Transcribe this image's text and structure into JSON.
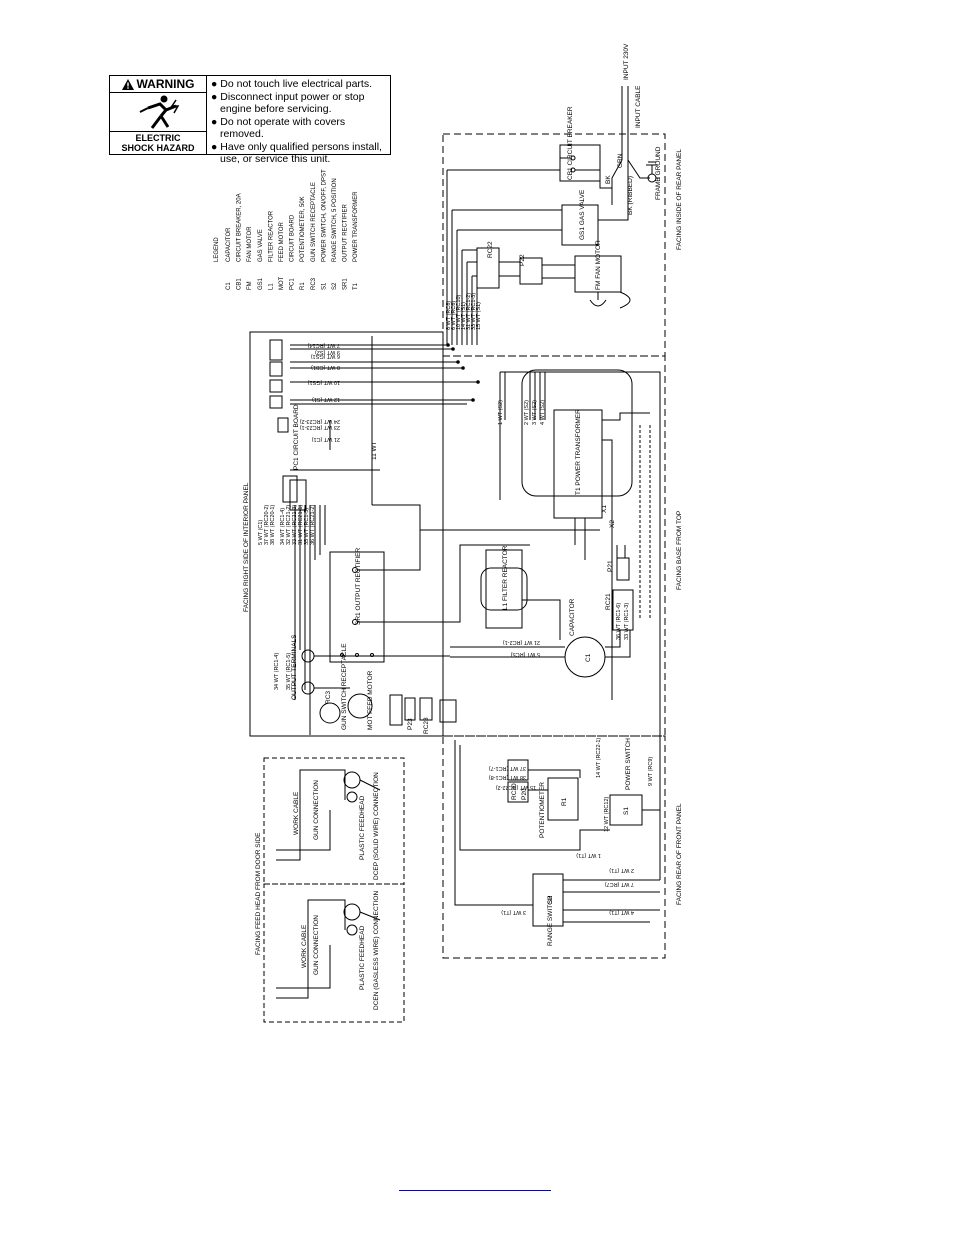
{
  "warning": {
    "title": "WARNING",
    "hazard_label_1": "ELECTRIC",
    "hazard_label_2": "SHOCK HAZARD",
    "items": [
      "Do not touch live electrical parts.",
      "Disconnect input power or stop engine before servicing.",
      "Do not operate with covers removed.",
      "Have only qualified persons install, use, or service this unit."
    ]
  },
  "legend": {
    "title": "LEGEND",
    "entries": [
      {
        "code": "C1",
        "desc": "CAPACITOR"
      },
      {
        "code": "CB1",
        "desc": "CIRCUIT BREAKER, 20A"
      },
      {
        "code": "FM",
        "desc": "FAN MOTOR"
      },
      {
        "code": "GS1",
        "desc": "GAS VALVE"
      },
      {
        "code": "L1",
        "desc": "FILTER REACTOR"
      },
      {
        "code": "MOT",
        "desc": "FEED MOTOR"
      },
      {
        "code": "PC1",
        "desc": "CIRCUIT BOARD"
      },
      {
        "code": "R1",
        "desc": "POTENTIOMETER, 50K"
      },
      {
        "code": "RC3",
        "desc": "GUN SWITCH RECEPTACLE"
      },
      {
        "code": "S1",
        "desc": "POWER SWITCH, ON/OFF, DPST"
      },
      {
        "code": "S2",
        "desc": "RANGE SWITCH, 5 POSITION"
      },
      {
        "code": "SR1",
        "desc": "OUTPUT RECTIFIER"
      },
      {
        "code": "T1",
        "desc": "POWER TRANSFORMER"
      }
    ]
  },
  "panel_labels": {
    "rear": "FACING INSIDE OF REAR PANEL",
    "base": "FACING BASE FROM TOP",
    "front": "FACING REAR OF FRONT PANEL",
    "interior": "FACING RIGHT SIDE OF INTERIOR PANEL",
    "feedhead": "FACING FEED HEAD FROM DOOR SIDE"
  },
  "components": {
    "input": "INPUT 230V",
    "input_cable": "INPUT CABLE",
    "frame_ground": "FRAME GROUND",
    "cb1": "CB1 CIRCUIT BREAKER",
    "gs1": "GS1 GAS VALVE",
    "fm": "FM FAN MOTOR",
    "t1": "T1 POWER TRANSFORMER",
    "l1": "L1 FILTER REACTOR",
    "sr1": "SR1 OUTPUT RECTIFIER",
    "c1": "C1",
    "capacitor": "CAPACITOR",
    "pc1": "PC1 CIRCUIT BOARD",
    "output_terminals": "OUTPUT TERMINALS",
    "mot": "MOT FEED MOTOR",
    "gun_switch": "GUN SWITCH RECEPTACLE",
    "rc3": "RC3",
    "r1": "R1",
    "potentiometer": "POTENTIOMETER",
    "s1": "S1",
    "power_switch": "POWER SWITCH",
    "s2": "S2",
    "range_switch": "RANGE SWITCH",
    "dcep": "DCEP (SOLID WIRE) CONNECTION",
    "dcen": "DCEN (GASLESS WIRE) CONNECTION",
    "work_cable": "WORK CABLE",
    "gun_connection": "GUN CONNECTION",
    "plastic_feedhead": "PLASTIC FEEDHEAD"
  },
  "wire_labels": {
    "grn": "GRN",
    "bk": "BK",
    "bk_ribbed": "BK (RIBBED)",
    "rc22": "RC22",
    "p22": "P22",
    "rc21": "RC21",
    "p21": "P21",
    "rc20": "RC20",
    "p20": "P20",
    "p23": "P23",
    "rc23": "RC23",
    "x1": "X1",
    "x2": "X2",
    "rear_wires": [
      "8 WT (RC8)",
      "6 WT (RC6)",
      "10 WT (RC10)",
      "14 WT (S1)",
      "31 WT (RC1-2)",
      "33 WT (RC1-3)",
      "15 WT (S1)"
    ],
    "interior_top": [
      "7 WT (RC14)",
      "9 WT (S2)",
      "6 WT (GS1)",
      "8 WT (CB1)",
      "10 WT (GS1)",
      "12 WT (S1)",
      "24 WT (RC23-2)",
      "23 WT (RC23-1)",
      "21 WT (C1)"
    ],
    "interior_bottom": [
      "5 WT (C1)",
      "37 WT (RC20-2)",
      "38 WT (RC20-1)",
      "34 WT (RC1-4)",
      "32 WT (RC21-2)",
      "33 WT (RC21-3)",
      "31 WT (RC21-1)",
      "35 WT (RC1-5)",
      "36 WT (RC21-2)"
    ],
    "t1_wires": [
      "1 WT (S2)",
      "2 WT (S2)",
      "3 WT (S2)",
      "4 WT (S2)"
    ],
    "wt11": "11 WT",
    "c1_wires": [
      "21 WT (RC2-1)",
      "5 WT (RC5)"
    ],
    "cap_wires": [
      "36 WT (RC1-6)",
      "33 WT (RC1-3)"
    ],
    "out_wires": [
      "34 WT (RC1-4)",
      "35 WT (RC1-5)"
    ],
    "front_wires": [
      "37 WT (RC1-7)",
      "38 WT (RC1-8)",
      "15 WT (RC22-2)",
      "14 WT (RC22-1)",
      "9 WT (RC9)",
      "12 WT (RC12)",
      "1 WT (T1)",
      "2 WT (T1)",
      "7 WT (RC7)",
      "3 WT (T1)",
      "4 WT (T1)"
    ]
  }
}
